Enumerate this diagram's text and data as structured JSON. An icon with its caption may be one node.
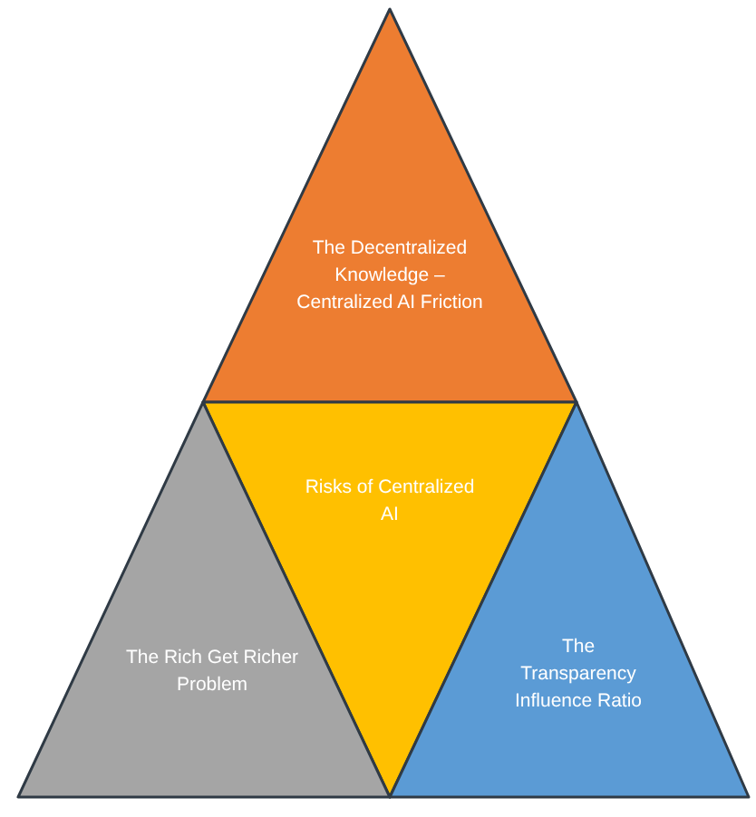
{
  "diagram": {
    "nodes": [
      {
        "text": [
          "The Decentralized Knowledge – Centralized AI Friction"
        ]
      },
      {
        "text": [
          "Risks of Centralized AI"
        ]
      },
      {
        "text": [
          "The Rich Get Richer Problem"
        ]
      },
      {
        "text": [
          "The Transparency Influence Ratio"
        ]
      }
    ]
  }
}
